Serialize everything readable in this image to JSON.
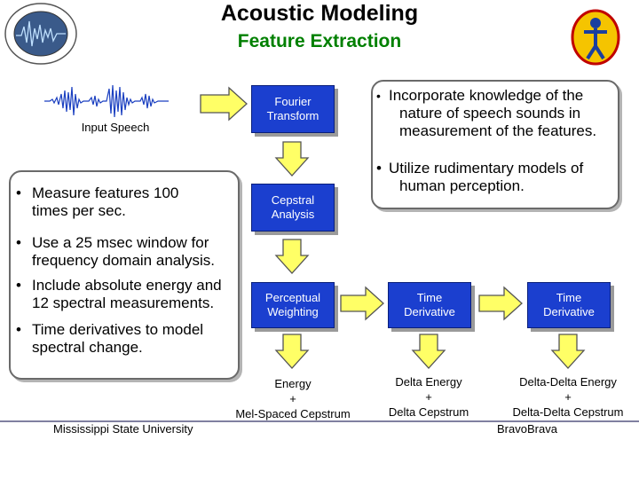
{
  "title": "Acoustic Modeling",
  "subtitle": "Feature Extraction",
  "input_label": "Input Speech",
  "boxes": {
    "fourier": [
      "Fourier",
      "Transform"
    ],
    "cepstral": [
      "Cepstral",
      "Analysis"
    ],
    "perceptual": [
      "Perceptual",
      "Weighting"
    ],
    "time_deriv_1": [
      "Time",
      "Derivative"
    ],
    "time_deriv_2": [
      "Time",
      "Derivative"
    ]
  },
  "outputs": {
    "col1": [
      "Energy",
      "+",
      "Mel-Spaced Cepstrum"
    ],
    "col2": [
      "Delta Energy",
      "+",
      "Delta Cepstrum"
    ],
    "col3": [
      "Delta-Delta Energy",
      "+",
      "Delta-Delta Cepstrum"
    ]
  },
  "right_panel": {
    "bullets": [
      [
        "Incorporate knowledge of the",
        "nature of speech sounds in",
        "measurement of the features."
      ],
      [
        "Utilize rudimentary models of",
        "human perception."
      ]
    ]
  },
  "left_panel": {
    "bullets": [
      [
        "Measure features 100",
        "times per sec."
      ],
      [
        "Use a 25 msec window for",
        "frequency domain analysis."
      ],
      [
        "Include absolute energy and",
        "12 spectral measurements."
      ],
      [
        "Time derivatives to model",
        "spectral change."
      ]
    ]
  },
  "footer": {
    "left": "Mississippi State University",
    "right": "BravoBrava"
  },
  "colors": {
    "accent_green": "#008000",
    "box_blue": "#1b3fcf",
    "arrow_yellow": "#ffff66"
  }
}
